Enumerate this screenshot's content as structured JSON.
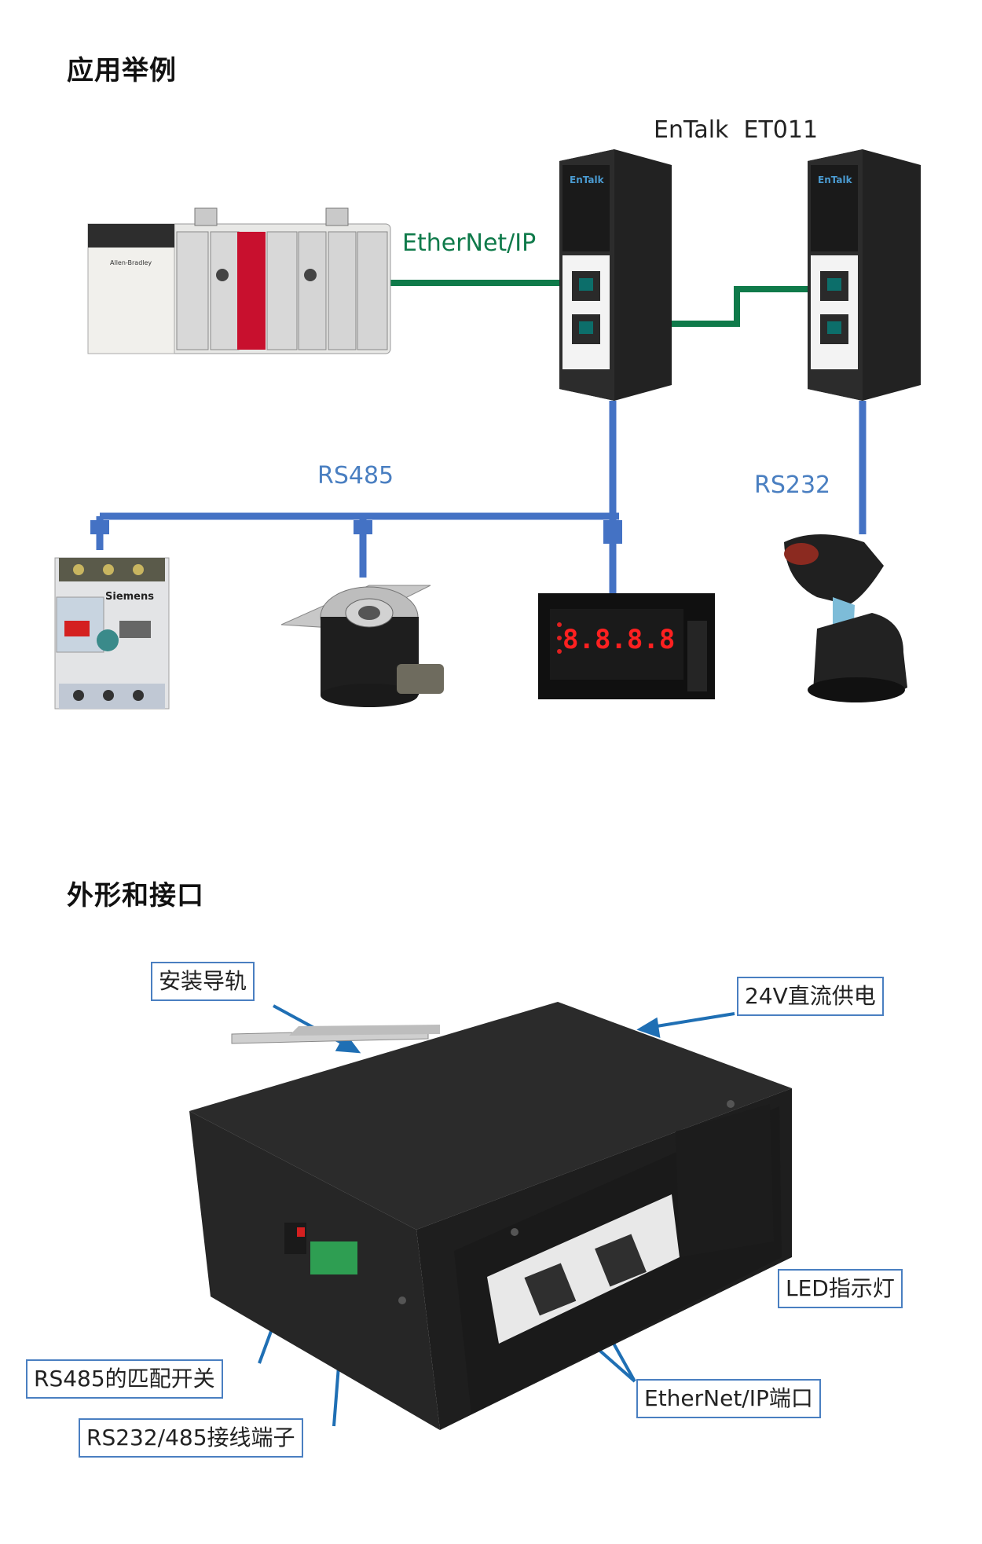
{
  "sections": {
    "application_title": "应用举例",
    "appearance_title": "外形和接口"
  },
  "diagram": {
    "product_name": "EnTalk  ET011",
    "ethernet_label": "EtherNet/IP",
    "rs485_label": "RS485",
    "rs232_label": "RS232",
    "device_brand": "EnTalk",
    "plc_brand": "Allen-Bradley",
    "starter_brand": "Siemens",
    "meter_display": "8.8.8.8"
  },
  "callouts": {
    "rail": "安装导轨",
    "power": "24V直流供电",
    "led": "LED指示灯",
    "rs485_switch": "RS485的匹配开关",
    "terminal": "RS232/485接线端子",
    "ethernet_port": "EtherNet/IP端口"
  },
  "colors": {
    "ethernet_line": "#0f7a4a",
    "serial_line": "#4472c4",
    "ethernet_text": "#0f7a4a",
    "serial_text": "#4a7fc1",
    "callout_border": "#4a7fc1"
  }
}
